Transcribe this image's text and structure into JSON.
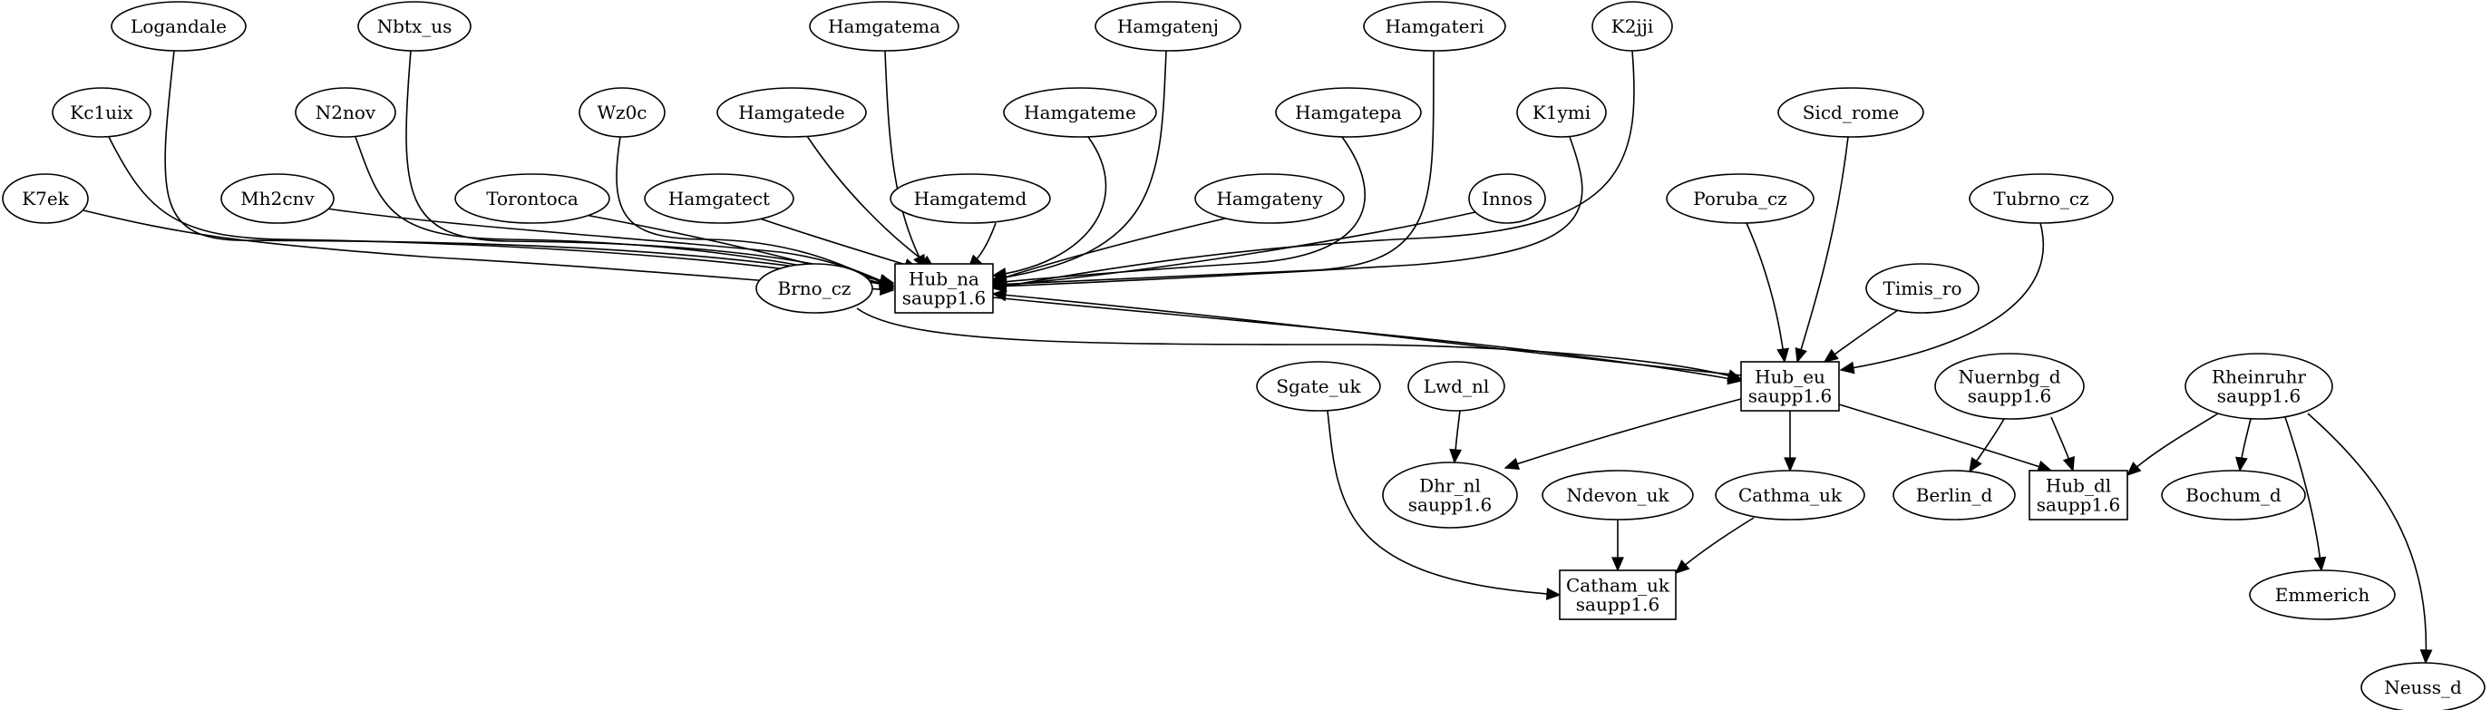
{
  "graph": {
    "nodes": [
      {
        "id": "Logandale",
        "lines": [
          "Logandale"
        ],
        "shape": "ellipse"
      },
      {
        "id": "Nbtx_us",
        "lines": [
          "Nbtx_us"
        ],
        "shape": "ellipse"
      },
      {
        "id": "Hamgatema",
        "lines": [
          "Hamgatema"
        ],
        "shape": "ellipse"
      },
      {
        "id": "Hamgatenj",
        "lines": [
          "Hamgatenj"
        ],
        "shape": "ellipse"
      },
      {
        "id": "Hamgateri",
        "lines": [
          "Hamgateri"
        ],
        "shape": "ellipse"
      },
      {
        "id": "K2jji",
        "lines": [
          "K2jji"
        ],
        "shape": "ellipse"
      },
      {
        "id": "Kc1uix",
        "lines": [
          "Kc1uix"
        ],
        "shape": "ellipse"
      },
      {
        "id": "N2nov",
        "lines": [
          "N2nov"
        ],
        "shape": "ellipse"
      },
      {
        "id": "Wz0c",
        "lines": [
          "Wz0c"
        ],
        "shape": "ellipse"
      },
      {
        "id": "Hamgatede",
        "lines": [
          "Hamgatede"
        ],
        "shape": "ellipse"
      },
      {
        "id": "Hamgateme",
        "lines": [
          "Hamgateme"
        ],
        "shape": "ellipse"
      },
      {
        "id": "Hamgatepa",
        "lines": [
          "Hamgatepa"
        ],
        "shape": "ellipse"
      },
      {
        "id": "K1ymi",
        "lines": [
          "K1ymi"
        ],
        "shape": "ellipse"
      },
      {
        "id": "Sicd_rome",
        "lines": [
          "Sicd_rome"
        ],
        "shape": "ellipse"
      },
      {
        "id": "K7ek",
        "lines": [
          "K7ek"
        ],
        "shape": "ellipse"
      },
      {
        "id": "Mh2cnv",
        "lines": [
          "Mh2cnv"
        ],
        "shape": "ellipse"
      },
      {
        "id": "Torontoca",
        "lines": [
          "Torontoca"
        ],
        "shape": "ellipse"
      },
      {
        "id": "Hamgatect",
        "lines": [
          "Hamgatect"
        ],
        "shape": "ellipse"
      },
      {
        "id": "Hamgatemd",
        "lines": [
          "Hamgatemd"
        ],
        "shape": "ellipse"
      },
      {
        "id": "Hamgateny",
        "lines": [
          "Hamgateny"
        ],
        "shape": "ellipse"
      },
      {
        "id": "Innos",
        "lines": [
          "Innos"
        ],
        "shape": "ellipse"
      },
      {
        "id": "Poruba_cz",
        "lines": [
          "Poruba_cz"
        ],
        "shape": "ellipse"
      },
      {
        "id": "Tubrno_cz",
        "lines": [
          "Tubrno_cz"
        ],
        "shape": "ellipse"
      },
      {
        "id": "Brno_cz",
        "lines": [
          "Brno_cz"
        ],
        "shape": "ellipse"
      },
      {
        "id": "Hub_na",
        "lines": [
          "Hub_na",
          "saupp1.6"
        ],
        "shape": "box"
      },
      {
        "id": "Timis_ro",
        "lines": [
          "Timis_ro"
        ],
        "shape": "ellipse"
      },
      {
        "id": "Hub_eu",
        "lines": [
          "Hub_eu",
          "saupp1.6"
        ],
        "shape": "box"
      },
      {
        "id": "Sgate_uk",
        "lines": [
          "Sgate_uk"
        ],
        "shape": "ellipse"
      },
      {
        "id": "Lwd_nl",
        "lines": [
          "Lwd_nl"
        ],
        "shape": "ellipse"
      },
      {
        "id": "Nuernbg_d",
        "lines": [
          "Nuernbg_d",
          "saupp1.6"
        ],
        "shape": "ellipse"
      },
      {
        "id": "Rheinruhr",
        "lines": [
          "Rheinruhr",
          "saupp1.6"
        ],
        "shape": "ellipse"
      },
      {
        "id": "Dhr_nl",
        "lines": [
          "Dhr_nl",
          "saupp1.6"
        ],
        "shape": "ellipse"
      },
      {
        "id": "Ndevon_uk",
        "lines": [
          "Ndevon_uk"
        ],
        "shape": "ellipse"
      },
      {
        "id": "Cathma_uk",
        "lines": [
          "Cathma_uk"
        ],
        "shape": "ellipse"
      },
      {
        "id": "Berlin_d",
        "lines": [
          "Berlin_d"
        ],
        "shape": "ellipse"
      },
      {
        "id": "Hub_dl",
        "lines": [
          "Hub_dl",
          "saupp1.6"
        ],
        "shape": "box"
      },
      {
        "id": "Bochum_d",
        "lines": [
          "Bochum_d"
        ],
        "shape": "ellipse"
      },
      {
        "id": "Catham_uk",
        "lines": [
          "Catham_uk",
          "saupp1.6"
        ],
        "shape": "box"
      },
      {
        "id": "Emmerich",
        "lines": [
          "Emmerich"
        ],
        "shape": "ellipse"
      },
      {
        "id": "Neuss_d",
        "lines": [
          "Neuss_d"
        ],
        "shape": "ellipse"
      }
    ],
    "edges": [
      {
        "from": "Logandale",
        "to": "Hub_na"
      },
      {
        "from": "Nbtx_us",
        "to": "Hub_na"
      },
      {
        "from": "Hamgatema",
        "to": "Hub_na"
      },
      {
        "from": "Hamgatenj",
        "to": "Hub_na"
      },
      {
        "from": "Hamgateri",
        "to": "Hub_na"
      },
      {
        "from": "K2jji",
        "to": "Hub_na"
      },
      {
        "from": "Kc1uix",
        "to": "Hub_na"
      },
      {
        "from": "N2nov",
        "to": "Hub_na"
      },
      {
        "from": "Wz0c",
        "to": "Hub_na"
      },
      {
        "from": "Hamgatede",
        "to": "Hub_na"
      },
      {
        "from": "Hamgateme",
        "to": "Hub_na"
      },
      {
        "from": "Hamgatepa",
        "to": "Hub_na"
      },
      {
        "from": "K1ymi",
        "to": "Hub_na"
      },
      {
        "from": "K7ek",
        "to": "Hub_na"
      },
      {
        "from": "Mh2cnv",
        "to": "Hub_na"
      },
      {
        "from": "Torontoca",
        "to": "Hub_na"
      },
      {
        "from": "Hamgatect",
        "to": "Hub_na"
      },
      {
        "from": "Hamgatemd",
        "to": "Hub_na"
      },
      {
        "from": "Hamgateny",
        "to": "Hub_na"
      },
      {
        "from": "Innos",
        "to": "Hub_na"
      },
      {
        "from": "Sicd_rome",
        "to": "Hub_eu"
      },
      {
        "from": "Poruba_cz",
        "to": "Hub_eu"
      },
      {
        "from": "Tubrno_cz",
        "to": "Hub_eu"
      },
      {
        "from": "Timis_ro",
        "to": "Hub_eu"
      },
      {
        "from": "Brno_cz",
        "to": "Hub_eu"
      },
      {
        "from": "Hub_na",
        "to": "Hub_eu"
      },
      {
        "from": "Hub_eu",
        "to": "Hub_na"
      },
      {
        "from": "Hub_eu",
        "to": "Dhr_nl"
      },
      {
        "from": "Hub_eu",
        "to": "Cathma_uk"
      },
      {
        "from": "Hub_eu",
        "to": "Hub_dl"
      },
      {
        "from": "Lwd_nl",
        "to": "Dhr_nl"
      },
      {
        "from": "Nuernbg_d",
        "to": "Berlin_d"
      },
      {
        "from": "Nuernbg_d",
        "to": "Hub_dl"
      },
      {
        "from": "Rheinruhr",
        "to": "Hub_dl"
      },
      {
        "from": "Rheinruhr",
        "to": "Bochum_d"
      },
      {
        "from": "Rheinruhr",
        "to": "Emmerich"
      },
      {
        "from": "Rheinruhr",
        "to": "Neuss_d"
      },
      {
        "from": "Sgate_uk",
        "to": "Catham_uk"
      },
      {
        "from": "Ndevon_uk",
        "to": "Catham_uk"
      },
      {
        "from": "Cathma_uk",
        "to": "Catham_uk"
      }
    ]
  }
}
